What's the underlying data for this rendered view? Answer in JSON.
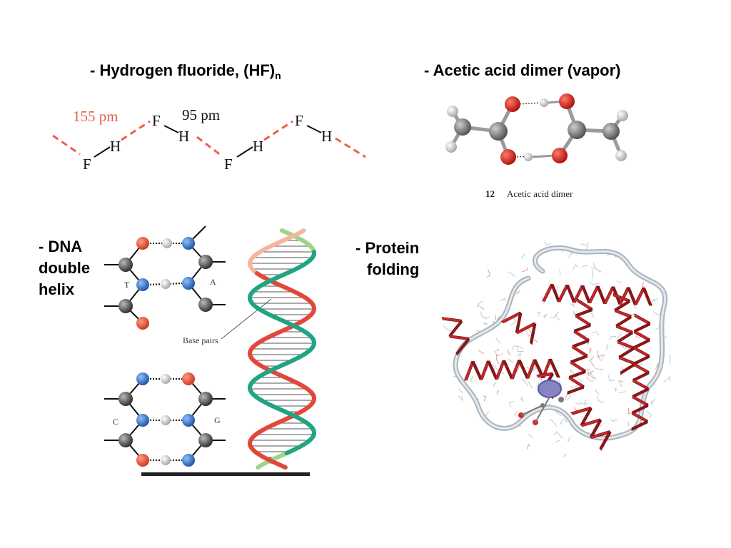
{
  "headings": {
    "hf_main": "- Hydrogen fluoride, (HF)",
    "hf_sub": "n",
    "acetic": "- Acetic acid dimer (vapor)",
    "dna_line1": "- DNA",
    "dna_line2": "double",
    "dna_line3": "helix",
    "protein_line1": "- Protein",
    "protein_line2": "folding"
  },
  "hf_diagram": {
    "label_hbond": "155 pm",
    "label_covalent": "95 pm",
    "atom_f": "F",
    "atom_h": "H"
  },
  "acetic_caption": {
    "number": "12",
    "text": "Acetic acid dimer"
  },
  "dna_diagram": {
    "label_t": "T",
    "label_a": "A",
    "label_c": "C",
    "label_g": "G",
    "label_base_pairs": "Base pairs"
  },
  "colors": {
    "hbond": "#e8604a",
    "oxygen": "#d42a1e",
    "carbon": "#7a7a7a",
    "hydrogen": "#e0e0e0",
    "nitrogen": "#3b78c4",
    "helix_red": "#e2473a",
    "helix_green": "#1fa583",
    "helix_light_green": "#9fd489",
    "helix_peach": "#f6b59c",
    "protein_red": "#c8262a",
    "protein_grey": "#b8c4cc"
  }
}
